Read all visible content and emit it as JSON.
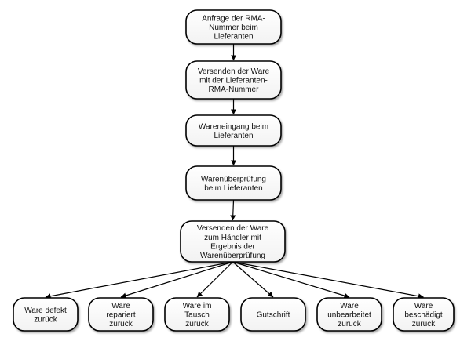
{
  "diagram": {
    "nodes": [
      {
        "id": "rma-anfrage",
        "lines": [
          "Anfrage der RMA-",
          "Nummer beim",
          "Lieferanten"
        ]
      },
      {
        "id": "versand-lieferant",
        "lines": [
          "Versenden der Ware",
          "mit der Lieferanten-",
          "RMA-Nummer"
        ]
      },
      {
        "id": "wareneingang",
        "lines": [
          "Wareneingang beim",
          "Lieferanten"
        ]
      },
      {
        "id": "warenpruefung",
        "lines": [
          "Warenüberprüfung",
          "beim Lieferanten"
        ]
      },
      {
        "id": "versand-haendler",
        "lines": [
          "Versenden der Ware",
          "zum Händler mit",
          "Ergebnis der",
          "Warenüberprüfung"
        ]
      },
      {
        "id": "defekt",
        "lines": [
          "Ware defekt",
          "zurück"
        ]
      },
      {
        "id": "repariert",
        "lines": [
          "Ware",
          "repariert",
          "zurück"
        ]
      },
      {
        "id": "tausch",
        "lines": [
          "Ware im",
          "Tausch",
          "zurück"
        ]
      },
      {
        "id": "gutschrift",
        "lines": [
          "Gutschrift"
        ]
      },
      {
        "id": "unbearbeitet",
        "lines": [
          "Ware",
          "unbearbeitet",
          "zurück"
        ]
      },
      {
        "id": "beschaedigt",
        "lines": [
          "Ware",
          "beschädigt",
          "zurück"
        ]
      }
    ],
    "edges": [
      {
        "from": "rma-anfrage",
        "to": "versand-lieferant"
      },
      {
        "from": "versand-lieferant",
        "to": "wareneingang"
      },
      {
        "from": "wareneingang",
        "to": "warenpruefung"
      },
      {
        "from": "warenpruefung",
        "to": "versand-haendler"
      },
      {
        "from": "versand-haendler",
        "to": "defekt"
      },
      {
        "from": "versand-haendler",
        "to": "repariert"
      },
      {
        "from": "versand-haendler",
        "to": "tausch"
      },
      {
        "from": "versand-haendler",
        "to": "gutschrift"
      },
      {
        "from": "versand-haendler",
        "to": "unbearbeitet"
      },
      {
        "from": "versand-haendler",
        "to": "beschaedigt"
      }
    ]
  }
}
